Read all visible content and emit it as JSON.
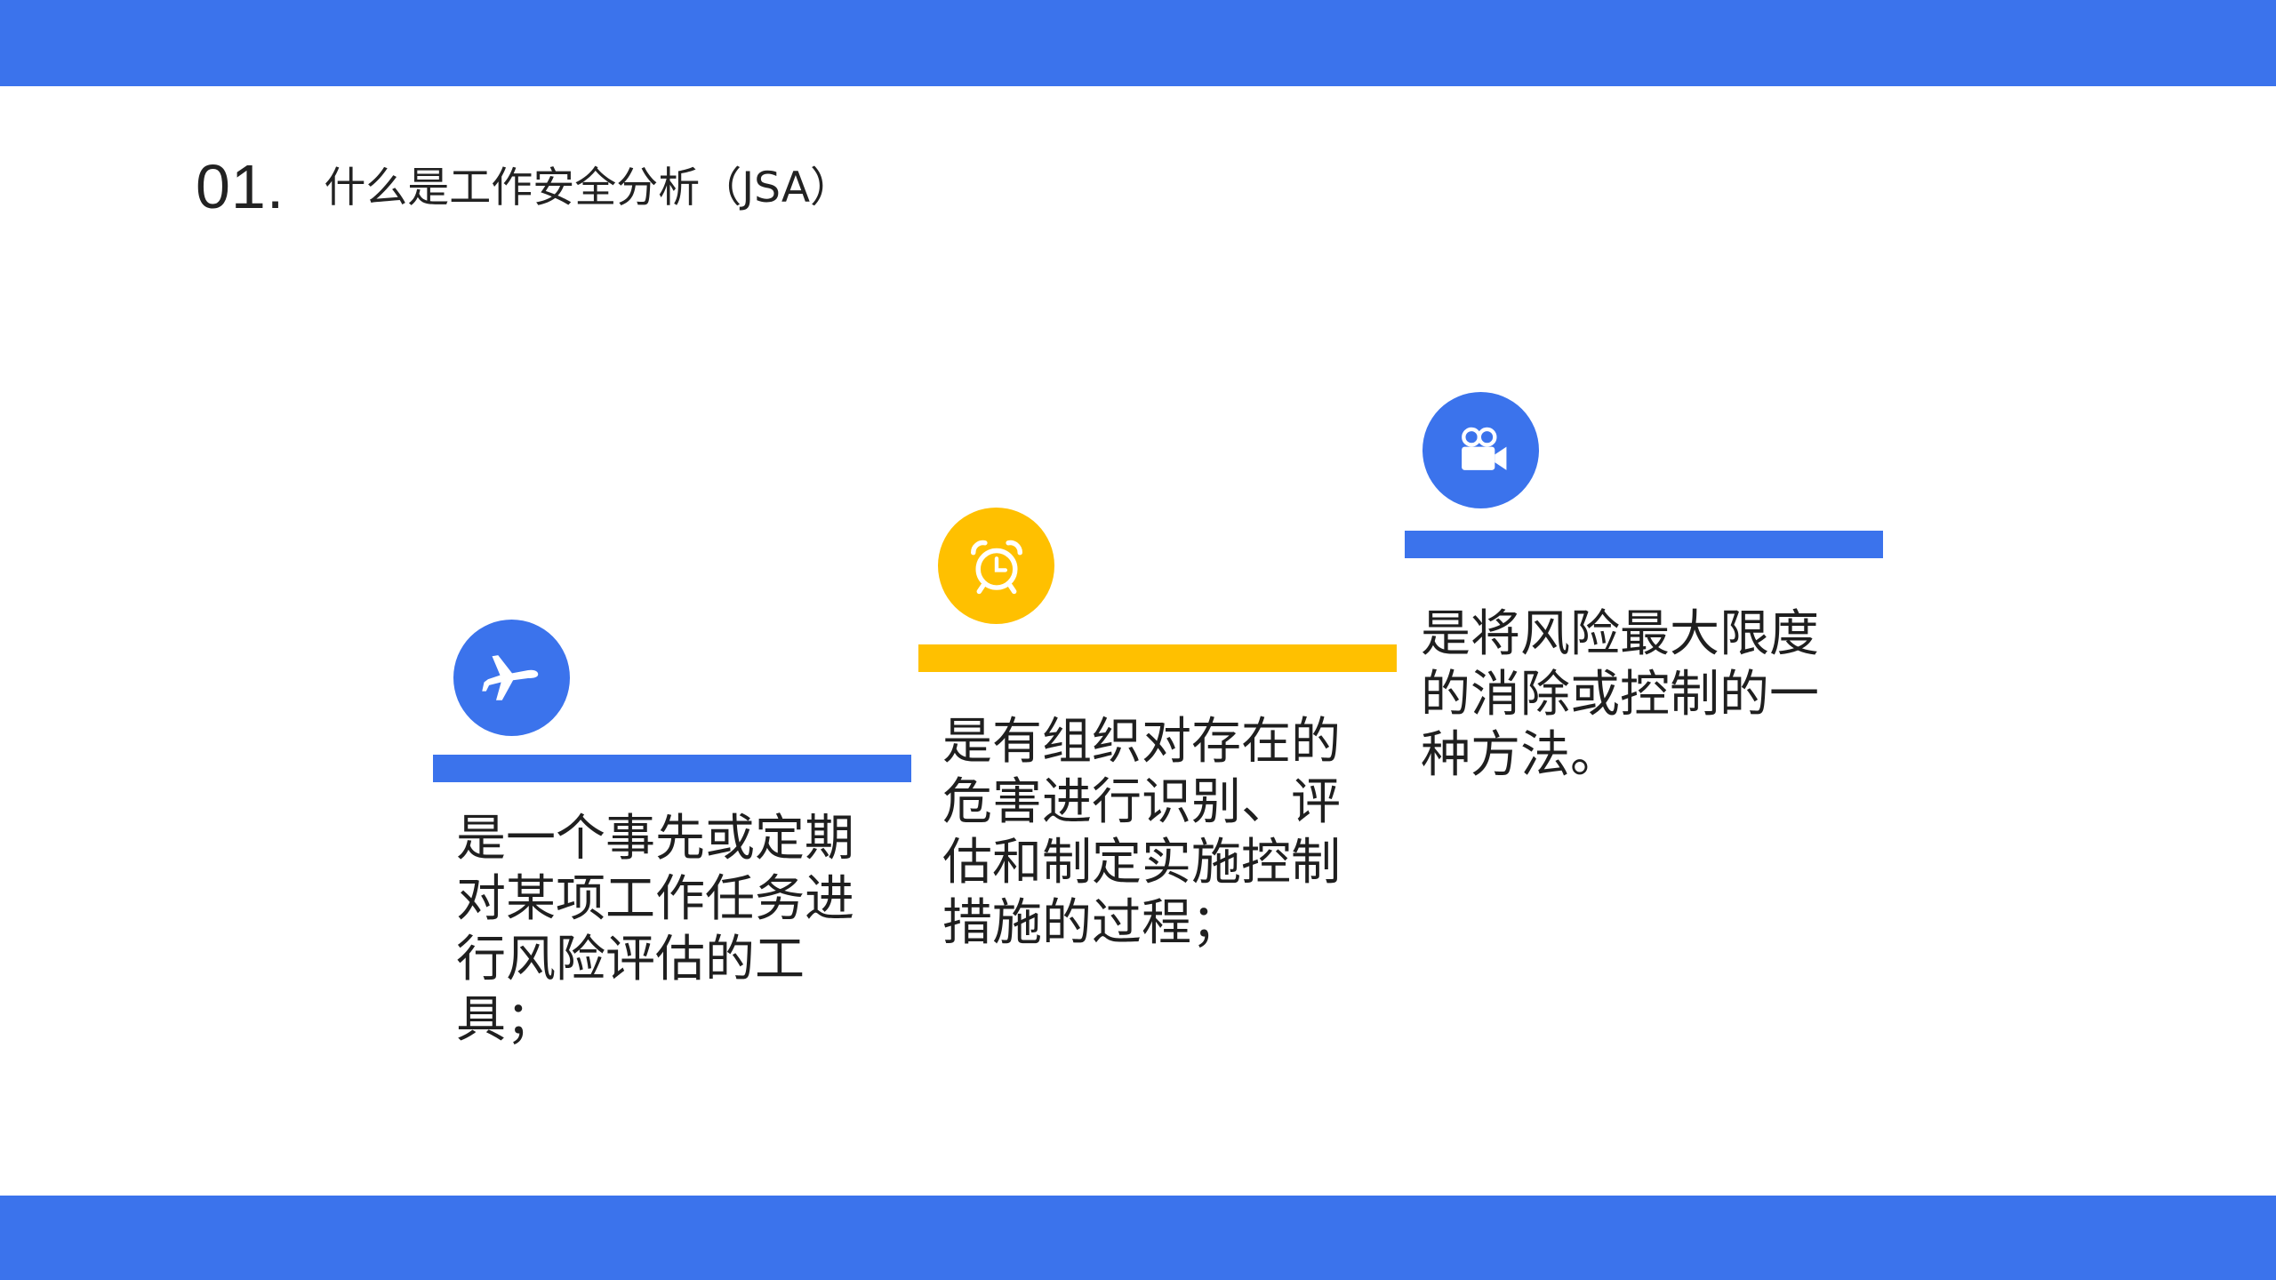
{
  "header": {
    "number": "01.",
    "title": "什么是工作安全分析（JSA）"
  },
  "colors": {
    "blue": "#3b73ec",
    "yellow": "#ffc000",
    "text": "#1f1f1f"
  },
  "steps": [
    {
      "icon": "airplane-icon",
      "color": "blue",
      "text": "是一个事先或定期对某项工作任务进行风险评估的工具；"
    },
    {
      "icon": "alarm-clock-icon",
      "color": "yellow",
      "text": "是有组织对存在的危害进行识别、评估和制定实施控制措施的过程；"
    },
    {
      "icon": "video-camera-icon",
      "color": "blue",
      "text": "是将风险最大限度的消除或控制的一种方法。"
    }
  ]
}
